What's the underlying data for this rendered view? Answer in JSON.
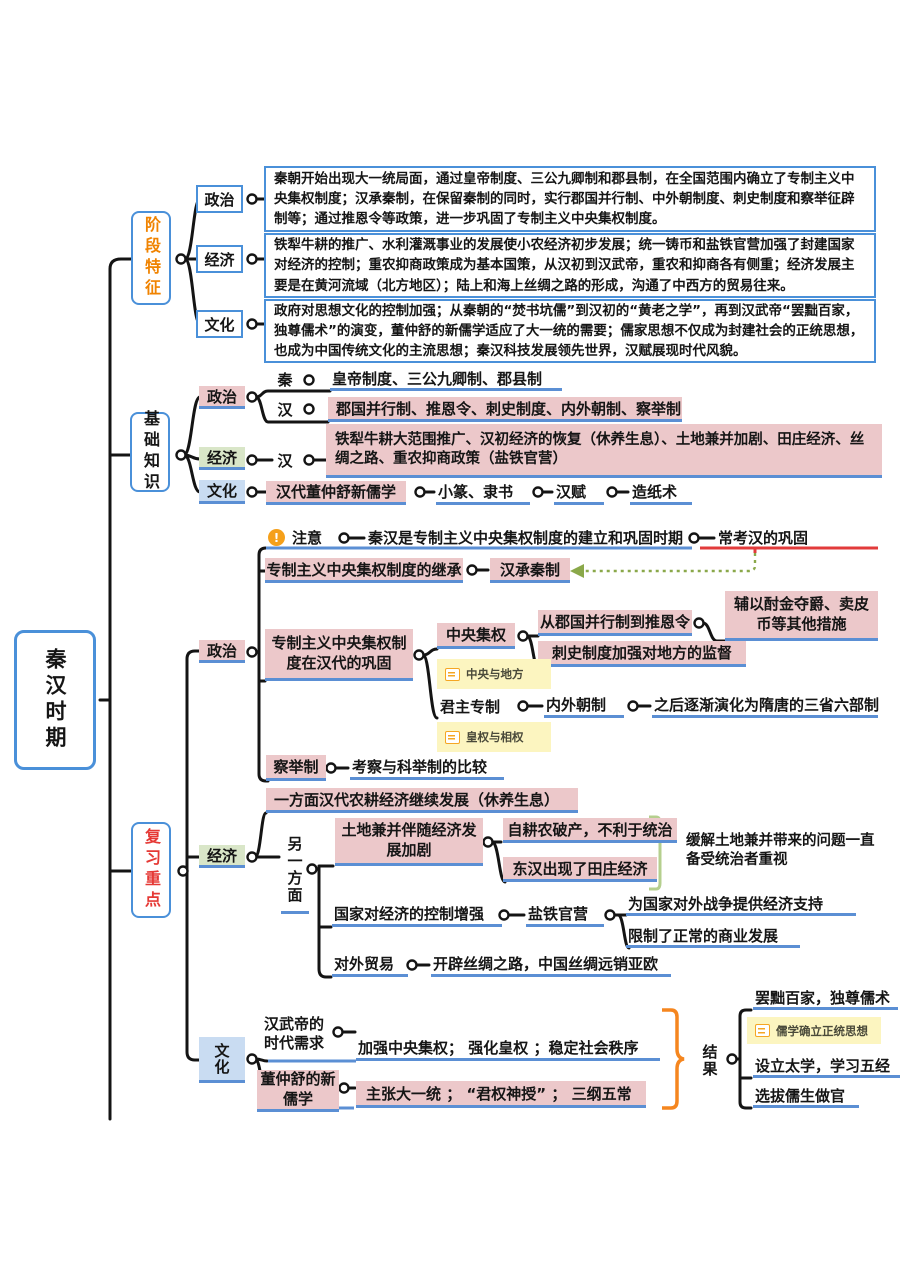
{
  "root": {
    "title": "秦汉时期"
  },
  "stage": {
    "label": "阶段特征",
    "items": [
      {
        "label": "政治",
        "text": "秦朝开始出现大一统局面，通过皇帝制度、三公九卿制和郡县制，在全国范围内确立了专制主义中央集权制度；汉承秦制，在保留秦制的同时，实行郡国并行制、中外朝制度、刺史制度和察举征辟制等；通过推恩令等政策，进一步巩固了专制主义中央集权制度。"
      },
      {
        "label": "经济",
        "text": "铁犁牛耕的推广、水利灌溉事业的发展使小农经济初步发展；统一铸币和盐铁官营加强了封建国家对经济的控制；重农抑商政策成为基本国策，从汉初到汉武帝，重农和抑商各有侧重；经济发展主要是在黄河流域（北方地区）；陆上和海上丝绸之路的形成，沟通了中西方的贸易往来。"
      },
      {
        "label": "文化",
        "text": "政府对思想文化的控制加强；从秦朝的“焚书坑儒”到汉初的“黄老之学”，再到汉武帝“罢黜百家，独尊儒术”的演变，董仲舒的新儒学适应了大一统的需要；儒家思想不仅成为封建社会的正统思想，也成为中国传统文化的主流思想；秦汉科技发展领先世界，汉赋展现时代风貌。"
      }
    ]
  },
  "basics": {
    "label": "基础知识",
    "politics": {
      "label": "政治",
      "qin_label": "秦",
      "qin_text": "皇帝制度、三公九卿制、郡县制",
      "han_label": "汉",
      "han_text": "郡国并行制、推恩令、刺史制度、内外朝制、察举制"
    },
    "economy": {
      "label": "经济",
      "han_label": "汉",
      "text": "铁犁牛耕大范围推广、汉初经济的恢复（休养生息）、土地兼并加剧、田庄经济、丝绸之路、重农抑商政策（盐铁官营）"
    },
    "culture": {
      "label": "文化",
      "item1": "汉代董仲舒新儒学",
      "item2": "小篆、隶书",
      "item3": "汉赋",
      "item4": "造纸术"
    }
  },
  "review": {
    "label": "复习重点",
    "politics": {
      "label": "政治",
      "note_label": "注意",
      "note_text": "秦汉是专制主义中央集权制度的建立和巩固时期",
      "note_tip": "常考汉的巩固",
      "inherit": "专制主义中央集权制度的继承",
      "inherit_value": "汉承秦制",
      "consolidate": "专制主义中央集权制度在汉代的巩固",
      "central": "中央集权",
      "central_item1": "从郡国并行制到推恩令",
      "central_item1_note": "辅以酎金夺爵、卖皮币等其他措施",
      "central_item2": "刺史制度加强对地方的监督",
      "sticky1": "中央与地方",
      "monarch": "君主专制",
      "monarch_value": "内外朝制",
      "monarch_note": "之后逐渐演化为隋唐的三省六部制",
      "sticky2": "皇权与相权",
      "exam": "察举制",
      "exam_value": "考察与科举制的比较"
    },
    "economy": {
      "label": "经济",
      "aspect1": "一方面汉代农耕经济继续发展（休养生息）",
      "aspect2": "另一方面",
      "land": "土地兼并伴随经济发展加剧",
      "land_item1": "自耕农破产，不利于统治",
      "land_item2": "东汉出现了田庄经济",
      "land_note": "缓解土地兼并带来的问题一直备受统治者重视",
      "control": "国家对经济的控制增强",
      "control_value": "盐铁官营",
      "control_item1": "为国家对外战争提供经济支持",
      "control_item2": "限制了正常的商业发展",
      "trade": "对外贸易",
      "trade_value": "开辟丝绸之路，中国丝绸远销亚欧"
    },
    "culture": {
      "label": "文化",
      "need": "汉武帝的时代需求",
      "need_value": "加强中央集权；  强化皇权  ；稳定社会秩序",
      "thought": "董仲舒的新儒学",
      "thought_value": "主张大一统  ；  “君权神授”  ；  三纲五常",
      "sticky": "儒学确立正统思想",
      "result_label": "结果",
      "result_items": [
        "罢黜百家，独尊儒术",
        "设立太学，学习五经",
        "选拔儒生做官"
      ]
    }
  },
  "colors": {
    "accent_blue": "#4a90d9",
    "line_blue": "#5b8fd4",
    "pink": "#ecc8ca",
    "green": "#d9e6c8",
    "light_blue": "#c9dcf2",
    "yellow": "#fcf5c0",
    "orange_text": "#f08300",
    "red_text": "#e53935",
    "red_line": "#e23b3b",
    "arrow_green": "#8aa84a",
    "bracket_green": "#b5cf8e",
    "bracket_orange": "#f5861f"
  }
}
